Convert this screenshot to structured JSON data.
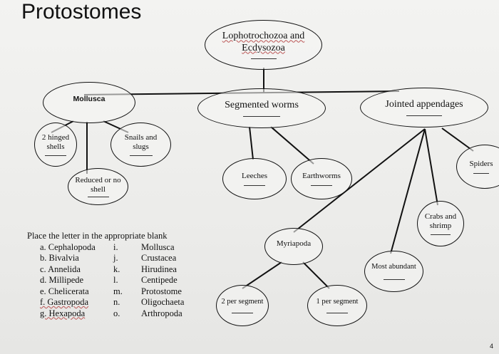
{
  "title": "Protostomes",
  "nodes": {
    "lopho": {
      "line1": "Lophotrochozoa and",
      "line2": "Ecdysozoa"
    },
    "mollusca": "Mollusca",
    "segmented": "Segmented worms",
    "jointed": "Jointed appendages",
    "hinged": {
      "line1": "2 hinged",
      "line2": "shells"
    },
    "snails": {
      "line1": "Snails and",
      "line2": "slugs"
    },
    "reduced": {
      "line1": "Reduced or no",
      "line2": "shell"
    },
    "leeches": "Leeches",
    "earthworms": "Earthworms",
    "spiders": "Spiders",
    "crabs": {
      "line1": "Crabs and",
      "line2": "shrimp"
    },
    "myriapoda": "Myriapoda",
    "most_abundant": "Most abundant",
    "two_per": "2 per segment",
    "one_per": "1 per segment"
  },
  "legend": {
    "heading": "Place the letter in the appropriate blank",
    "rows": [
      {
        "left": "a. Cephalopoda",
        "num": "i.",
        "right": "Mollusca"
      },
      {
        "left": "b. Bivalvia",
        "num": "j.",
        "right": "Crustacea"
      },
      {
        "left": "c. Annelida",
        "num": "k.",
        "right": "Hirudinea"
      },
      {
        "left": "d. Millipede",
        "num": "l.",
        "right": "Centipede"
      },
      {
        "left": "e. Chelicerata",
        "num": "m.",
        "right": "Protostome"
      },
      {
        "left": "f. Gastropoda",
        "num": "n.",
        "right": "Oligochaeta"
      },
      {
        "left": "g. Hexapoda",
        "num": "o.",
        "right": "Arthropoda"
      }
    ]
  },
  "page_number": "4"
}
